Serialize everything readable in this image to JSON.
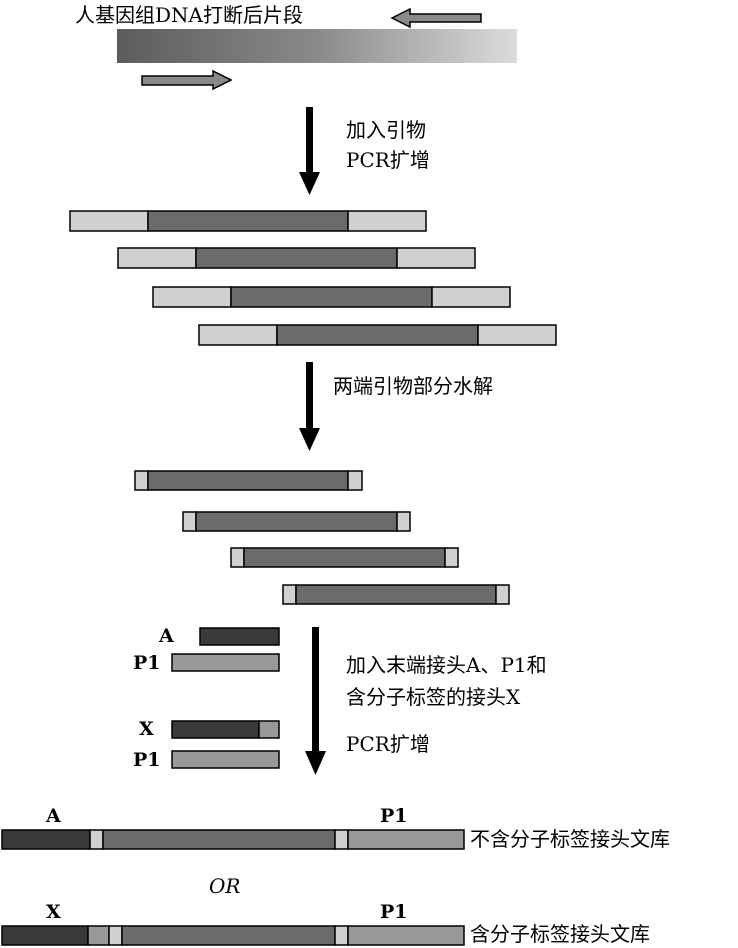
{
  "colors": {
    "end_light": "#d0d0d0",
    "middle_dark": "#6b6b6b",
    "adapter_a": "#3a3a3a",
    "adapter_p1": "#999999",
    "arrow_black": "#000000",
    "primer_gray": "#8a8a8a"
  },
  "top_label": "人基因组DNA打断后片段",
  "step1": {
    "line1": "加入引物",
    "line2": "PCR扩增"
  },
  "step2": {
    "line1": "两端引物部分水解"
  },
  "step3": {
    "line1": "加入末端接头A、P1和",
    "line2": "含分子标签的接头X",
    "line3": "PCR扩增"
  },
  "adapters": {
    "a": "A",
    "p1_first": "P1",
    "x": "X",
    "p1_second": "P1"
  },
  "library1": {
    "left_label": "A",
    "right_label": "P1",
    "caption": "不含分子标签接头文库"
  },
  "or_text": "OR",
  "library2": {
    "left_label": "X",
    "right_label": "P1",
    "caption": "含分子标签接头文库"
  }
}
